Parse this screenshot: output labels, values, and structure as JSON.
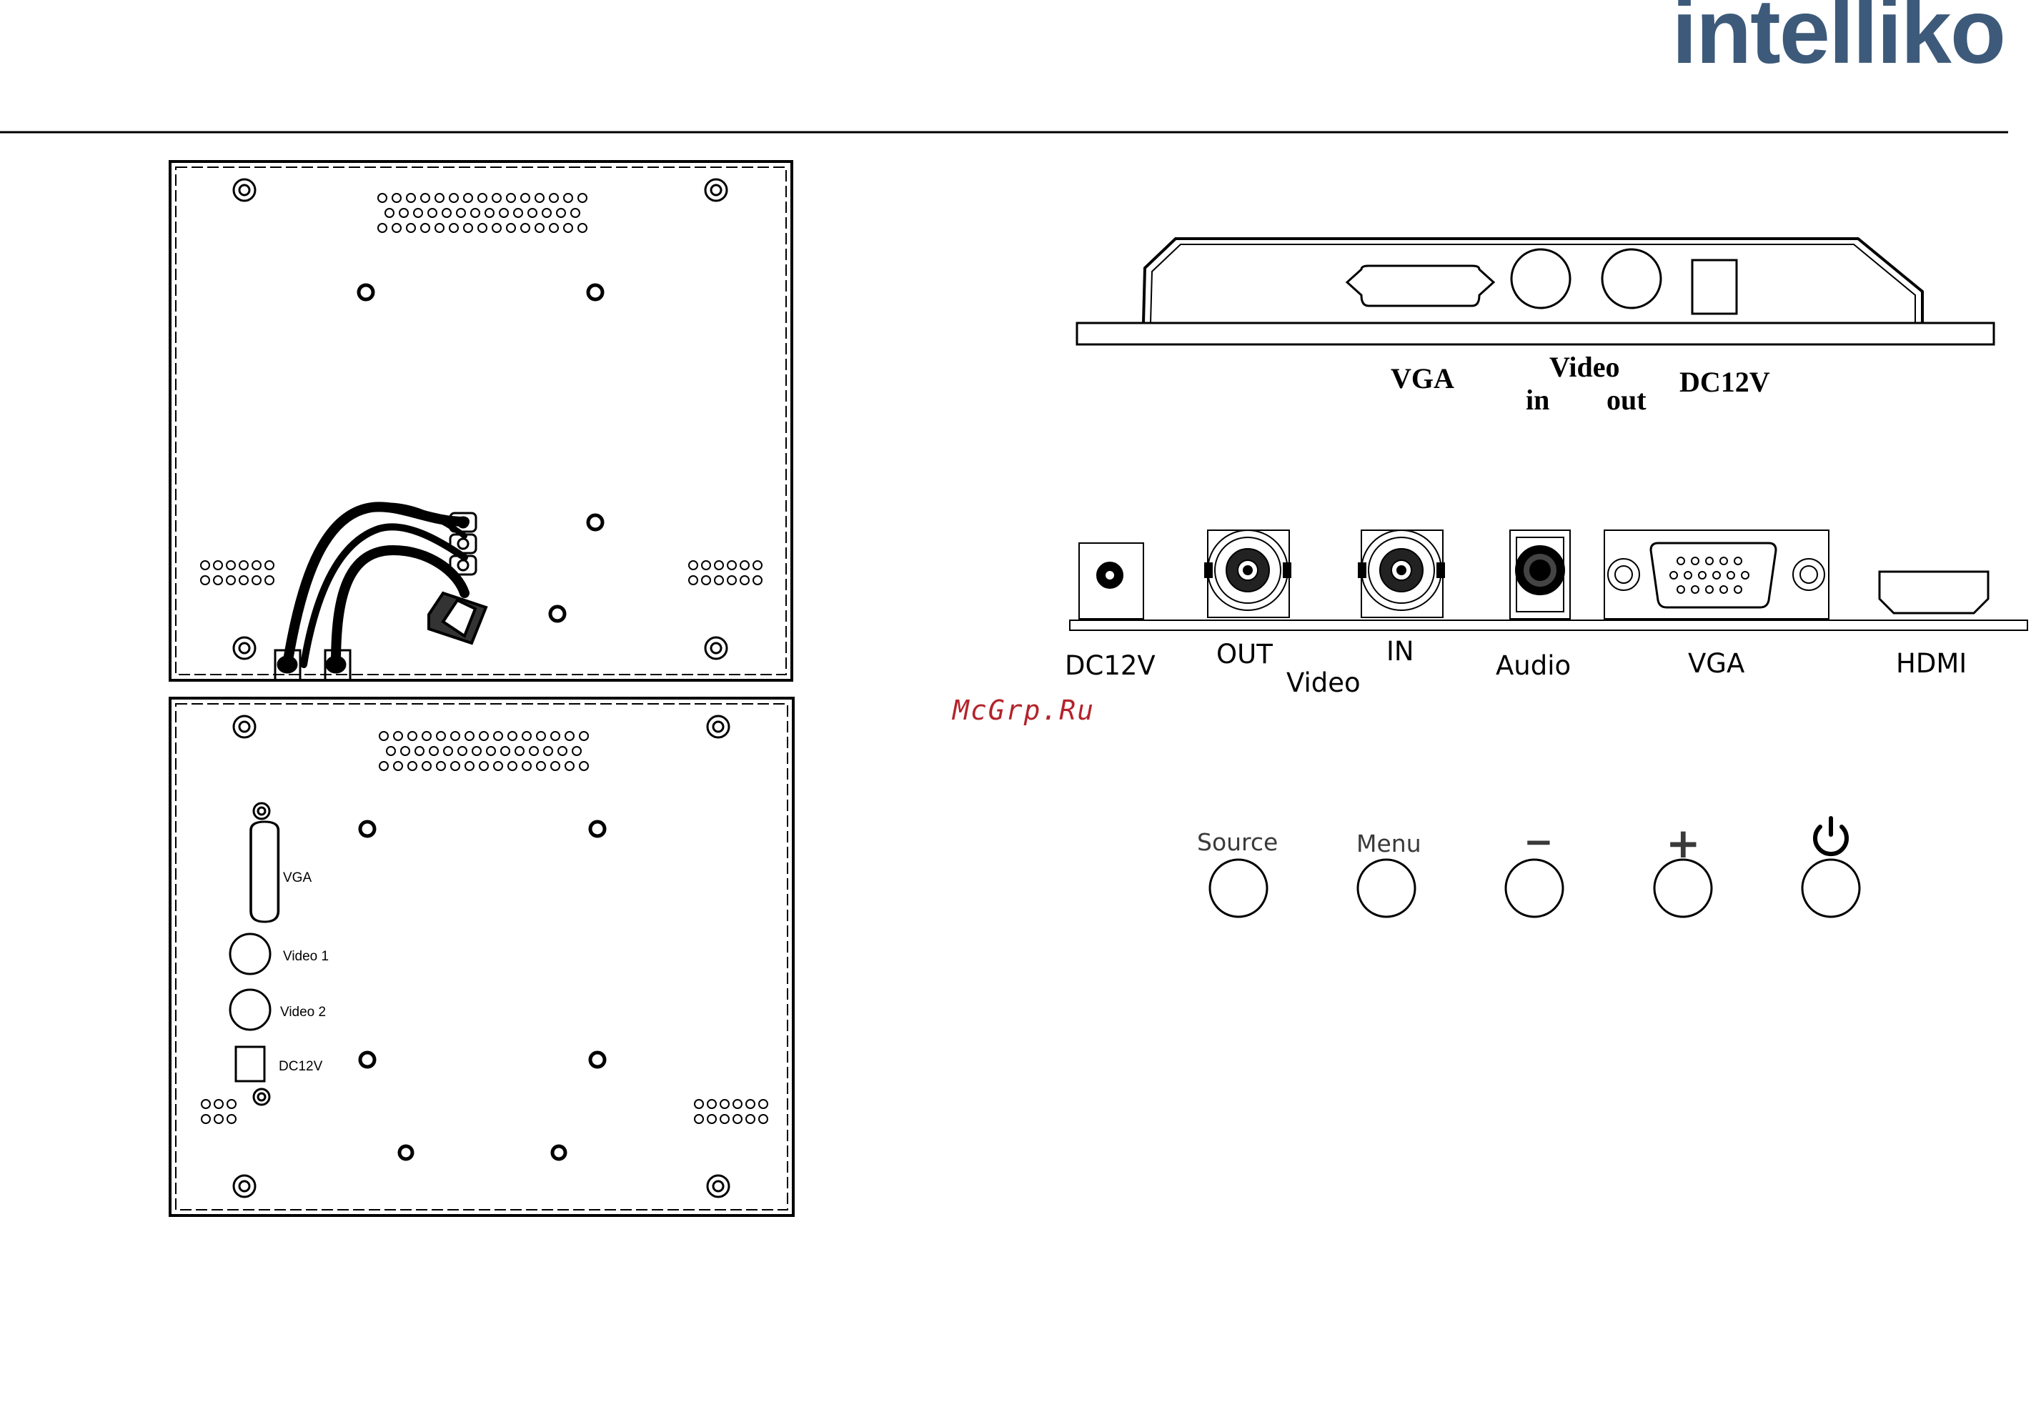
{
  "header": {
    "logo_text": "intelliko"
  },
  "watermark": "McGrp.Ru",
  "panel_a": {
    "labels": {
      "vga": "VGA",
      "video1": "Video 1",
      "video2": "Video 2",
      "dc12v": "DC12V"
    }
  },
  "side_panel": {
    "labels": {
      "vga": "VGA",
      "video": "Video",
      "in": "in",
      "out": "out",
      "dc12v": "DC12V"
    }
  },
  "connector_strip": {
    "labels": {
      "dc12v": "DC12V",
      "out": "OUT",
      "video": "Video",
      "in": "IN",
      "audio": "Audio",
      "vga": "VGA",
      "hdmi": "HDMI"
    }
  },
  "buttons": {
    "source": "Source",
    "menu": "Menu",
    "minus": "−",
    "plus": "+"
  },
  "colors": {
    "logo": "#3d5a7a",
    "watermark": "#b3232b",
    "line": "#000000"
  }
}
